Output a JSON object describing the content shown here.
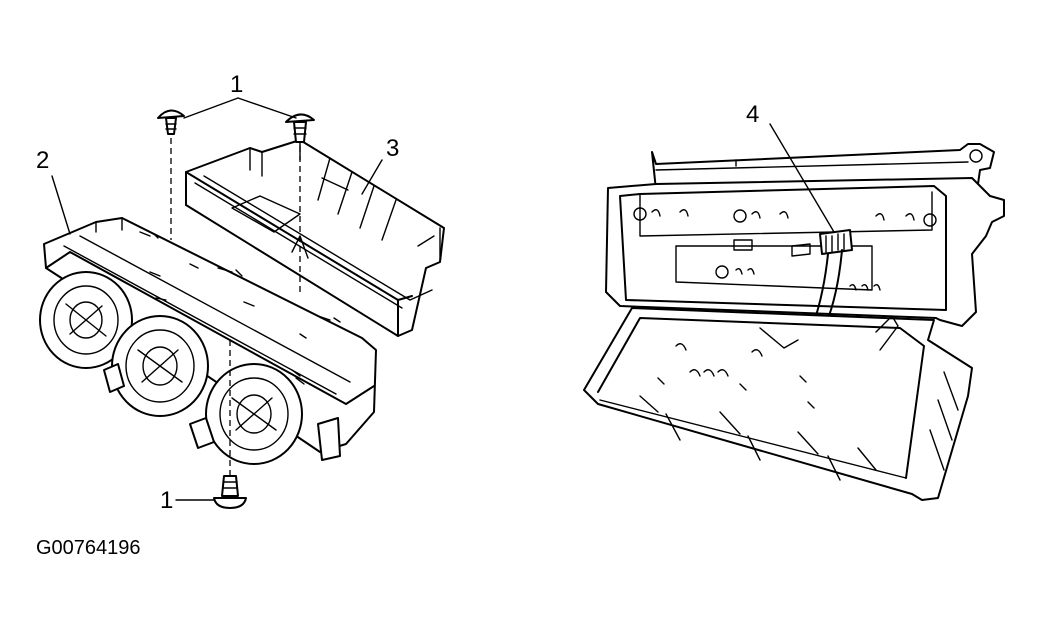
{
  "callouts": {
    "fasteners_top": "1",
    "fastener_bottom": "1",
    "control_panel": "2",
    "housing": "3",
    "connector": "4"
  },
  "figure_code": "G00764196"
}
